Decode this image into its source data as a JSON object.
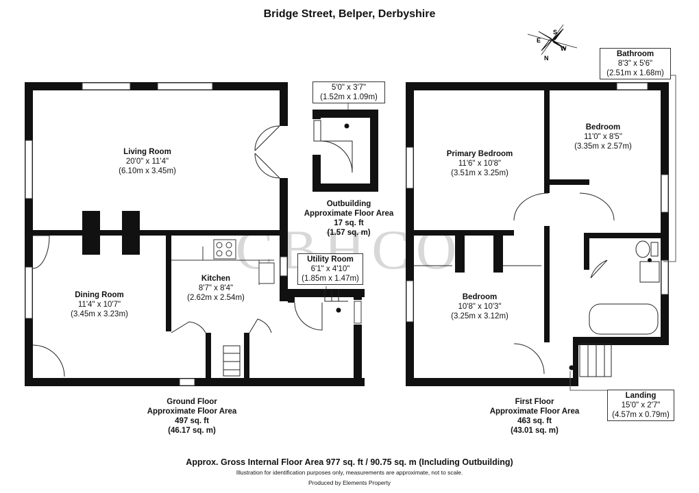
{
  "title": "Bridge Street, Belper, Derbyshire",
  "compass": {
    "n": "N",
    "s": "S",
    "e": "E",
    "w": "W"
  },
  "rooms": {
    "living": {
      "name": "Living Room",
      "imperial": "20'0\" x 11'4\"",
      "metric": "(6.10m x 3.45m)"
    },
    "dining": {
      "name": "Dining Room",
      "imperial": "11'4\" x 10'7\"",
      "metric": "(3.45m x 3.23m)"
    },
    "kitchen": {
      "name": "Kitchen",
      "imperial": "8'7\" x 8'4\"",
      "metric": "(2.62m x 2.54m)"
    },
    "utility": {
      "name": "Utility Room",
      "imperial": "6'1\" x 4'10\"",
      "metric": "(1.85m x 1.47m)"
    },
    "outbuilding_dims": {
      "imperial": "5'0\" x 3'7\"",
      "metric": "(1.52m x 1.09m)"
    },
    "primary": {
      "name": "Primary Bedroom",
      "imperial": "11'6\" x 10'8\"",
      "metric": "(3.51m x 3.25m)"
    },
    "bedroom2": {
      "name": "Bedroom",
      "imperial": "11'0\" x 8'5\"",
      "metric": "(3.35m x 2.57m)"
    },
    "bedroom3": {
      "name": "Bedroom",
      "imperial": "10'8\" x 10'3\"",
      "metric": "(3.25m x 3.12m)"
    },
    "bathroom": {
      "name": "Bathroom",
      "imperial": "8'3\" x 5'6\"",
      "metric": "(2.51m x 1.68m)"
    },
    "landing": {
      "name": "Landing",
      "imperial": "15'0\" x 2'7\"",
      "metric": "(4.57m x 0.79m)"
    }
  },
  "areas": {
    "outbuilding": {
      "line1": "Outbuilding",
      "line2": "Approximate Floor Area",
      "sqft": "17 sq. ft",
      "sqm": "(1.57 sq. m)"
    },
    "ground": {
      "line1": "Ground Floor",
      "line2": "Approximate Floor Area",
      "sqft": "497 sq. ft",
      "sqm": "(46.17 sq. m)"
    },
    "first": {
      "line1": "First Floor",
      "line2": "Approximate Floor Area",
      "sqft": "463 sq. ft",
      "sqm": "(43.01 sq. m)"
    }
  },
  "watermark": "CBHCO",
  "footer": {
    "gross": "Approx. Gross Internal Floor Area 977 sq. ft / 90.75 sq. m (Including Outbuilding)",
    "disclaimer": "Illustration for identification purposes only, measurements are approximate, not to scale.",
    "producer": "Produced by Elements Property"
  }
}
